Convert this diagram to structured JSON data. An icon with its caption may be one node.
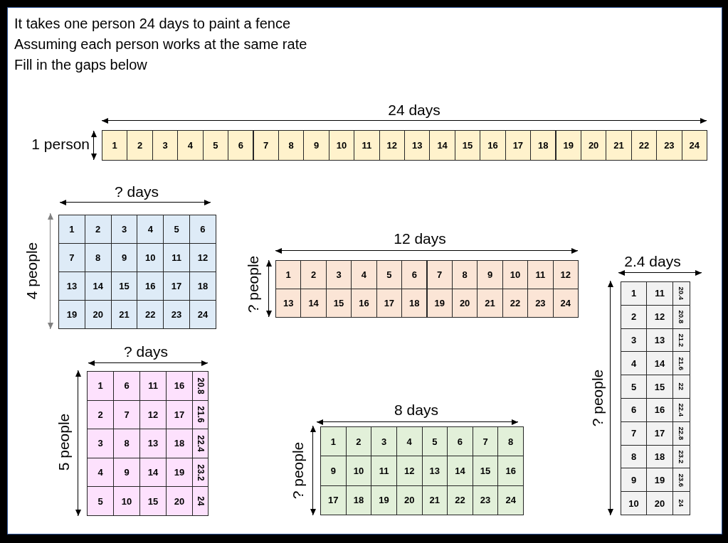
{
  "diagram": {
    "nodes": [
      {
        "text": [],
        "shape": "box",
        "beside": [
          "24 days",
          "1 person"
        ]
      },
      {
        "text": [
          "1"
        ],
        "in": 0
      },
      {
        "text": [
          "2"
        ],
        "in": 0
      },
      {
        "text": [
          "3"
        ],
        "in": 0
      },
      {
        "text": [
          "4"
        ],
        "in": 0
      },
      {
        "text": [
          "5"
        ],
        "in": 0
      },
      {
        "text": [
          "6"
        ],
        "in": 0
      },
      {
        "text": [
          "7"
        ],
        "in": 0
      },
      {
        "text": [
          "8"
        ],
        "in": 0
      },
      {
        "text": [
          "9"
        ],
        "in": 0
      },
      {
        "text": [
          "10"
        ],
        "in": 0
      },
      {
        "text": [
          "11"
        ],
        "in": 0
      },
      {
        "text": [
          "12"
        ],
        "in": 0
      },
      {
        "text": [
          "13"
        ],
        "in": 0
      },
      {
        "text": [
          "14"
        ],
        "in": 0
      },
      {
        "text": [
          "15"
        ],
        "in": 0
      },
      {
        "text": [
          "16"
        ],
        "in": 0
      },
      {
        "text": [
          "17"
        ],
        "in": 0
      },
      {
        "text": [
          "18"
        ],
        "in": 0
      },
      {
        "text": [
          "19"
        ],
        "in": 0
      },
      {
        "text": [
          "20"
        ],
        "in": 0
      },
      {
        "text": [
          "21"
        ],
        "in": 0
      },
      {
        "text": [
          "22"
        ],
        "in": 0
      },
      {
        "text": [
          "23"
        ],
        "in": 0
      },
      {
        "text": [
          "24"
        ],
        "in": 0
      },
      {
        "text": [],
        "shape": "box",
        "beside": [
          "? days",
          "4 people"
        ]
      },
      {
        "text": [
          "1"
        ],
        "in": 25
      },
      {
        "text": [
          "2"
        ],
        "in": 25
      },
      {
        "text": [
          "3"
        ],
        "in": 25
      },
      {
        "text": [
          "4"
        ],
        "in": 25
      },
      {
        "text": [
          "5"
        ],
        "in": 25
      },
      {
        "text": [
          "6"
        ],
        "in": 25
      },
      {
        "text": [
          "7"
        ],
        "in": 25
      },
      {
        "text": [
          "8"
        ],
        "in": 25
      },
      {
        "text": [
          "9"
        ],
        "in": 25
      },
      {
        "text": [
          "10"
        ],
        "in": 25
      },
      {
        "text": [
          "11"
        ],
        "in": 25
      },
      {
        "text": [
          "12"
        ],
        "in": 25
      },
      {
        "text": [
          "13"
        ],
        "in": 25
      },
      {
        "text": [
          "14"
        ],
        "in": 25
      },
      {
        "text": [
          "15"
        ],
        "in": 25
      },
      {
        "text": [
          "16"
        ],
        "in": 25
      },
      {
        "text": [
          "17"
        ],
        "in": 25
      },
      {
        "text": [
          "18"
        ],
        "in": 25
      },
      {
        "text": [
          "19"
        ],
        "in": 25
      },
      {
        "text": [
          "20"
        ],
        "in": 25
      },
      {
        "text": [
          "21"
        ],
        "in": 25
      },
      {
        "text": [
          "22"
        ],
        "in": 25
      },
      {
        "text": [
          "23"
        ],
        "in": 25
      },
      {
        "text": [
          "24"
        ],
        "in": 25
      },
      {
        "text": [],
        "shape": "box",
        "beside": [
          "12 days",
          "? people"
        ]
      },
      {
        "text": [
          "1"
        ],
        "in": 50
      },
      {
        "text": [
          "2"
        ],
        "in": 50
      },
      {
        "text": [
          "3"
        ],
        "in": 50
      },
      {
        "text": [
          "4"
        ],
        "in": 50
      },
      {
        "text": [
          "5"
        ],
        "in": 50
      },
      {
        "text": [
          "6"
        ],
        "in": 50
      },
      {
        "text": [
          "7"
        ],
        "in": 50
      },
      {
        "text": [
          "8"
        ],
        "in": 50
      },
      {
        "text": [
          "9"
        ],
        "in": 50
      },
      {
        "text": [
          "10"
        ],
        "in": 50
      },
      {
        "text": [
          "11"
        ],
        "in": 50
      },
      {
        "text": [
          "12"
        ],
        "in": 50
      },
      {
        "text": [
          "13"
        ],
        "in": 50
      },
      {
        "text": [
          "14"
        ],
        "in": 50
      },
      {
        "text": [
          "15"
        ],
        "in": 50
      },
      {
        "text": [
          "16"
        ],
        "in": 50
      },
      {
        "text": [
          "17"
        ],
        "in": 50
      },
      {
        "text": [
          "18"
        ],
        "in": 50
      },
      {
        "text": [
          "19"
        ],
        "in": 50
      },
      {
        "text": [
          "20"
        ],
        "in": 50
      },
      {
        "text": [
          "21"
        ],
        "in": 50
      },
      {
        "text": [
          "22"
        ],
        "in": 50
      },
      {
        "text": [
          "23"
        ],
        "in": 50
      },
      {
        "text": [
          "24"
        ],
        "in": 50
      },
      {
        "text": [],
        "shape": "box",
        "beside": [
          "2.4 days",
          "? people"
        ]
      },
      {
        "text": [
          "1"
        ],
        "in": 75
      },
      {
        "text": [
          "11"
        ],
        "in": 75
      },
      {
        "text": [
          "20.4"
        ],
        "in": 75
      },
      {
        "text": [
          "2"
        ],
        "in": 75
      },
      {
        "text": [
          "12"
        ],
        "in": 75
      },
      {
        "text": [
          "20.8"
        ],
        "in": 75
      },
      {
        "text": [
          "3"
        ],
        "in": 75
      },
      {
        "text": [
          "13"
        ],
        "in": 75
      },
      {
        "text": [
          "21.2"
        ],
        "in": 75
      },
      {
        "text": [
          "4"
        ],
        "in": 75
      },
      {
        "text": [
          "14"
        ],
        "in": 75
      },
      {
        "text": [
          "21.6"
        ],
        "in": 75
      },
      {
        "text": [
          "5"
        ],
        "in": 75
      },
      {
        "text": [
          "15"
        ],
        "in": 75
      },
      {
        "text": [
          "22"
        ],
        "in": 75
      },
      {
        "text": [
          "6"
        ],
        "in": 75
      },
      {
        "text": [
          "16"
        ],
        "in": 75
      },
      {
        "text": [
          "22.4"
        ],
        "in": 75
      },
      {
        "text": [
          "7"
        ],
        "in": 75
      },
      {
        "text": [
          "17"
        ],
        "in": 75
      },
      {
        "text": [
          "22.8"
        ],
        "in": 75
      },
      {
        "text": [
          "8"
        ],
        "in": 75
      },
      {
        "text": [
          "18"
        ],
        "in": 75
      },
      {
        "text": [
          "23.2"
        ],
        "in": 75
      },
      {
        "text": [
          "9"
        ],
        "in": 75
      },
      {
        "text": [
          "19"
        ],
        "in": 75
      },
      {
        "text": [
          "23.6"
        ],
        "in": 75
      },
      {
        "text": [
          "10"
        ],
        "in": 75
      },
      {
        "text": [
          "20"
        ],
        "in": 75
      },
      {
        "text": [
          "24"
        ],
        "in": 75
      },
      {
        "text": [],
        "shape": "box",
        "beside": [
          "? days",
          "5 people"
        ]
      },
      {
        "text": [
          "1"
        ],
        "in": 106
      },
      {
        "text": [
          "6"
        ],
        "in": 106
      },
      {
        "text": [
          "11"
        ],
        "in": 106
      },
      {
        "text": [
          "16"
        ],
        "in": 106
      },
      {
        "text": [
          "20.8"
        ],
        "in": 106
      },
      {
        "text": [
          "2"
        ],
        "in": 106
      },
      {
        "text": [
          "7"
        ],
        "in": 106
      },
      {
        "text": [
          "12"
        ],
        "in": 106
      },
      {
        "text": [
          "17"
        ],
        "in": 106
      },
      {
        "text": [
          "21.6"
        ],
        "in": 106
      },
      {
        "text": [
          "3"
        ],
        "in": 106
      },
      {
        "text": [
          "8"
        ],
        "in": 106
      },
      {
        "text": [
          "13"
        ],
        "in": 106
      },
      {
        "text": [
          "18"
        ],
        "in": 106
      },
      {
        "text": [
          "22.4"
        ],
        "in": 106
      },
      {
        "text": [
          "4"
        ],
        "in": 106
      },
      {
        "text": [
          "9"
        ],
        "in": 106
      },
      {
        "text": [
          "14"
        ],
        "in": 106
      },
      {
        "text": [
          "19"
        ],
        "in": 106
      },
      {
        "text": [
          "23.2"
        ],
        "in": 106
      },
      {
        "text": [
          "5"
        ],
        "in": 106
      },
      {
        "text": [
          "10"
        ],
        "in": 106
      },
      {
        "text": [
          "15"
        ],
        "in": 106
      },
      {
        "text": [
          "20"
        ],
        "in": 106
      },
      {
        "text": [
          "24"
        ],
        "in": 106
      },
      {
        "text": [],
        "shape": "box",
        "beside": [
          "8 days",
          "? people"
        ]
      },
      {
        "text": [
          "1"
        ],
        "in": 132
      },
      {
        "text": [
          "2"
        ],
        "in": 132
      },
      {
        "text": [
          "3"
        ],
        "in": 132
      },
      {
        "text": [
          "4"
        ],
        "in": 132
      },
      {
        "text": [
          "5"
        ],
        "in": 132
      },
      {
        "text": [
          "6"
        ],
        "in": 132
      },
      {
        "text": [
          "7"
        ],
        "in": 132
      },
      {
        "text": [
          "8"
        ],
        "in": 132
      },
      {
        "text": [
          "9"
        ],
        "in": 132
      },
      {
        "text": [
          "10"
        ],
        "in": 132
      },
      {
        "text": [
          "11"
        ],
        "in": 132
      },
      {
        "text": [
          "12"
        ],
        "in": 132
      },
      {
        "text": [
          "13"
        ],
        "in": 132
      },
      {
        "text": [
          "14"
        ],
        "in": 132
      },
      {
        "text": [
          "15"
        ],
        "in": 132
      },
      {
        "text": [
          "16"
        ],
        "in": 132
      },
      {
        "text": [
          "17"
        ],
        "in": 132
      },
      {
        "text": [
          "18"
        ],
        "in": 132
      },
      {
        "text": [
          "19"
        ],
        "in": 132
      },
      {
        "text": [
          "20"
        ],
        "in": 132
      },
      {
        "text": [
          "21"
        ],
        "in": 132
      },
      {
        "text": [
          "22"
        ],
        "in": 132
      },
      {
        "text": [
          "23"
        ],
        "in": 132
      },
      {
        "text": [
          "24"
        ],
        "in": 132
      }
    ],
    "labels": [
      "It takes one person 24 days to paint a fence",
      "Assuming each person works at the same rate",
      "Fill in the gaps below"
    ]
  }
}
